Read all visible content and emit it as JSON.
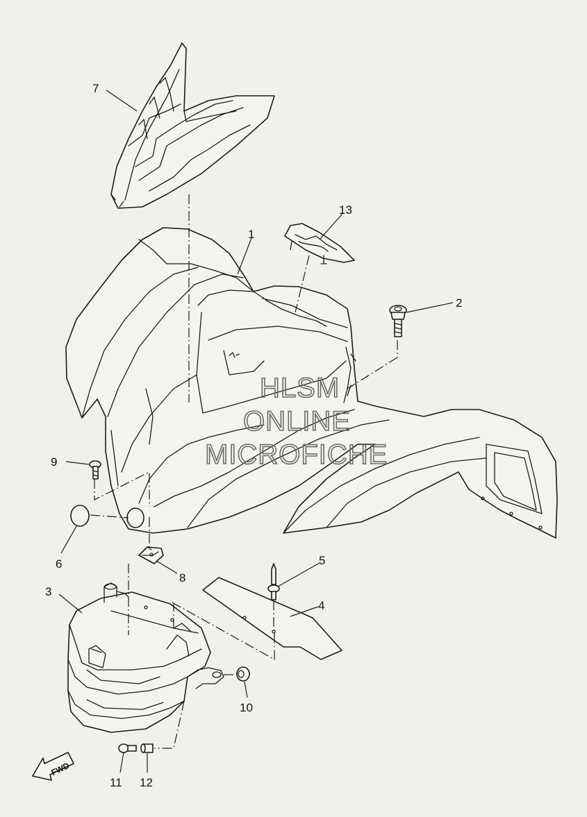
{
  "callouts": {
    "c1": "1",
    "c2": "2",
    "c3": "3",
    "c4": "4",
    "c5": "5",
    "c6": "6",
    "c7": "7",
    "c8": "8",
    "c9": "9",
    "c10": "10",
    "c11": "11",
    "c12": "12",
    "c13": "13"
  },
  "watermark": {
    "line1": "HLSM",
    "line2": "ONLINE",
    "line3": "MICROFICHE"
  },
  "direction_label": "FWD",
  "colors": {
    "background": "#f1f1ec",
    "line": "#1a1a1a",
    "watermark": "#6a6a6a"
  }
}
